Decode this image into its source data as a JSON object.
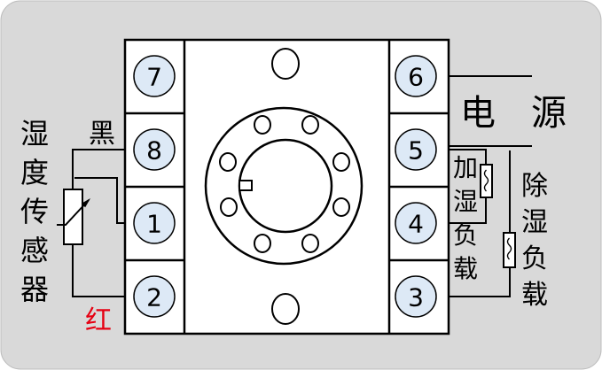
{
  "colors": {
    "panel": "#d9d9d9",
    "term": "#dde9f6",
    "wire": "#000000",
    "red_label": "#e60012"
  },
  "terminals_left": [
    "7",
    "8",
    "1",
    "2"
  ],
  "terminals_right": [
    "6",
    "5",
    "4",
    "3"
  ],
  "labels": {
    "black": "黑",
    "red": "红",
    "sensor": [
      "湿",
      "度",
      "传",
      "感",
      "器"
    ],
    "power": "电　源",
    "humidify_load": [
      "加",
      "湿",
      "负",
      "载"
    ],
    "dehumidify_load": [
      "除",
      "湿",
      "负",
      "载"
    ]
  }
}
